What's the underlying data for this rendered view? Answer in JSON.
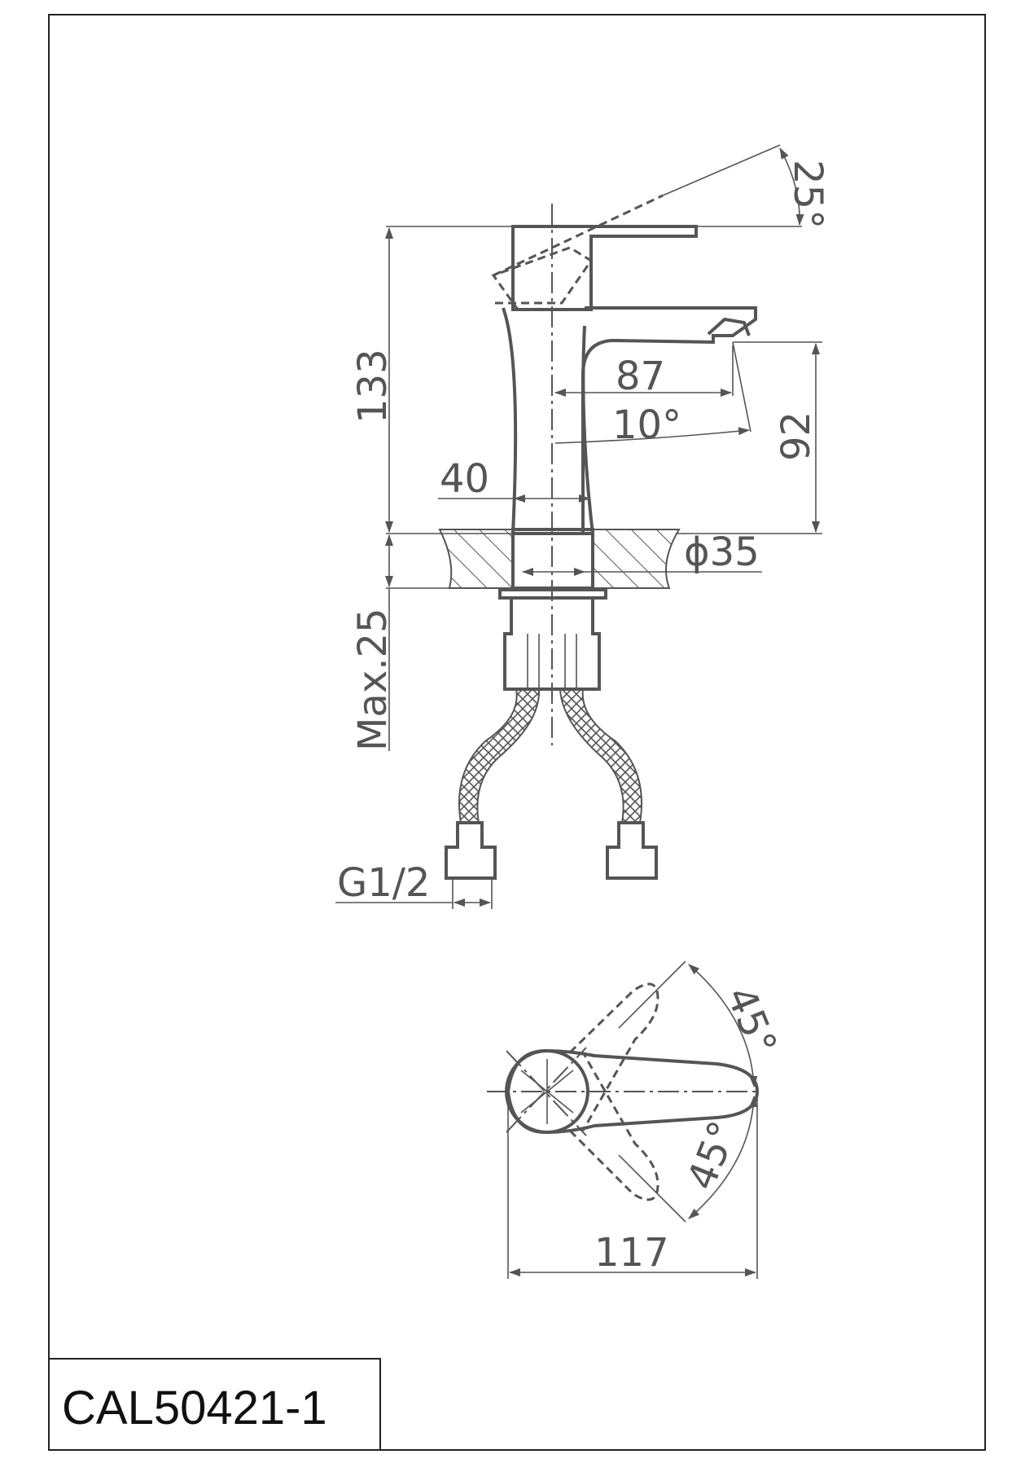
{
  "drawing": {
    "model_code": "CAL50421-1",
    "dimensions": {
      "lever_angle": "25°",
      "height_total": "133",
      "spout_reach": "87",
      "spout_angle": "10°",
      "spout_height": "92",
      "base_width": "40",
      "hole_diameter": "ϕ35",
      "max_deck_thickness": "Max.25",
      "hose_thread": "G1/2",
      "rotation_angle_top": "45°",
      "rotation_angle_bottom": "45°",
      "handle_length": "117"
    },
    "colors": {
      "line": "#555555",
      "border": "#222222"
    }
  }
}
